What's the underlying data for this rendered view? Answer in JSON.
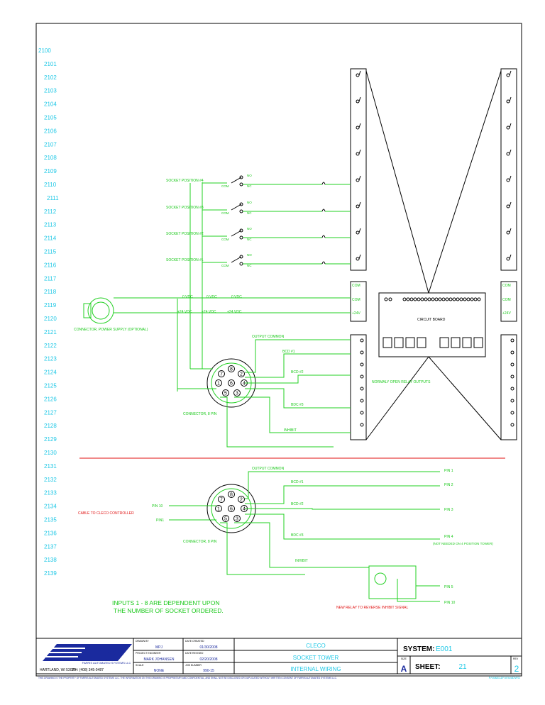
{
  "colors": {
    "wire": "#22d022",
    "line_numbers": "#1ec8e6",
    "separator": "#e01010",
    "title_block_text": "#1a2a9e",
    "note_text": "#19c819"
  },
  "line_numbers": [
    "2100",
    "2101",
    "2102",
    "2103",
    "2104",
    "2105",
    "2106",
    "2107",
    "2108",
    "2109",
    "2110",
    "2111",
    "2112",
    "2113",
    "2114",
    "2115",
    "2116",
    "2117",
    "2118",
    "2119",
    "2120",
    "2121",
    "2122",
    "2123",
    "2124",
    "2125",
    "2126",
    "2127",
    "2128",
    "2129",
    "2130",
    "2131",
    "2132",
    "2133",
    "2134",
    "2135",
    "2136",
    "2137",
    "2138",
    "2139"
  ],
  "upper": {
    "socket_positions": [
      "SOCKET POSITION #4",
      "SOCKET POSITION #3",
      "SOCKET POSITION #2",
      "SOCKET POSITION #1"
    ],
    "relay_terminals": {
      "no": "NO",
      "nc": "NC",
      "com": "COM"
    },
    "supply_labels": [
      "0 VDC",
      "0 VDC",
      "0 VDC",
      "+24 VDC",
      "+24 VDC",
      "+24 VDC"
    ],
    "connector_power": "CONNECTOR, POWER SUPPLY (OPTIONAL)",
    "output_common": "OUTPUT COMMON",
    "bcd_labels": [
      "BCD #1",
      "BCD #2",
      "BDC #3"
    ],
    "inhibit": "INHIBIT",
    "circuit_board": "CIRCUIT BOARD",
    "relay_outputs": "NORMALY OPEN RELAY OUTPUTS",
    "connector_8pin": "CONNECTOR, 8 PIN",
    "com_labels": [
      "COM",
      "COM",
      "+24V"
    ]
  },
  "lower": {
    "output_common": "OUTPUT COMMON",
    "bcd_labels": [
      "BCD #1",
      "BCD #2",
      "BDC #3"
    ],
    "inhibit": "INHIBIT",
    "pins_right": [
      "PIN 1",
      "PIN 2",
      "PIN 3",
      "PIN 4",
      "PIN 5",
      "PIN 10"
    ],
    "pin4_note": "(NOT NEEDED ON 4 POSITION TOWER)",
    "pins_left": [
      "PIN 10",
      "PIN1"
    ],
    "cable_note": "CABLE TO CLECO CONTROLLER",
    "connector_8pin": "CONNECTOR, 8 PIN",
    "relay_note": "NEW RELAY TO REVERSE INHIBIT SIGNAL",
    "inputs_note_1": "INPUTS 1 - 8 ARE DEPENDENT UPON",
    "inputs_note_2": "THE NUMBER OF SOCKET ORDERED."
  },
  "title_block": {
    "logo": "FAS",
    "company": "FARRIS AUTOMATED SYSTEMS LLC",
    "address": "HARTLAND, WI 53029",
    "phone": "PH: (408) 345-0487",
    "drawn_by_label": "DRAWN BY",
    "drawn_by": "MPJ",
    "date_created_label": "DATE CREATED",
    "date_created": "01/30/2008",
    "project_engineer_label": "PROJECT ENGINEER",
    "project_engineer": "MARK JOHANSEN",
    "date_revised_label": "DATE REVISED",
    "date_revised": "02/20/2008",
    "scale_label": "SCALE",
    "scale": "NONE",
    "job_number_label": "JOB NUMBER",
    "job_number": "990-15",
    "title_1": "CLECO",
    "title_2": "SOCKET TOWER",
    "title_3": "INTERNAL WIRING",
    "system_label": "SYSTEM:",
    "system_value": "E001",
    "size_label": "SIZE",
    "size_value": "A",
    "sheet_label": "SHEET:",
    "sheet_value": "21",
    "rev_label": "REV",
    "rev_value": "2",
    "file_ref": "FAS&E11FormatDWG",
    "disclaimer": "THIS DRAWING IS THE PROPERTY OF FARRIS AUTOMATED SYSTEMS LLC. THE INFORMATION ON THIS DRAWING IS PROPRIETARY AND CONFIDENTIAL, AND SHALL NOT BE DISCLOSED OR DUPLICATED WITHOUT WRITTEN CONSENT OF FARRIS AUTOMATED SYSTEMS LLC."
  }
}
